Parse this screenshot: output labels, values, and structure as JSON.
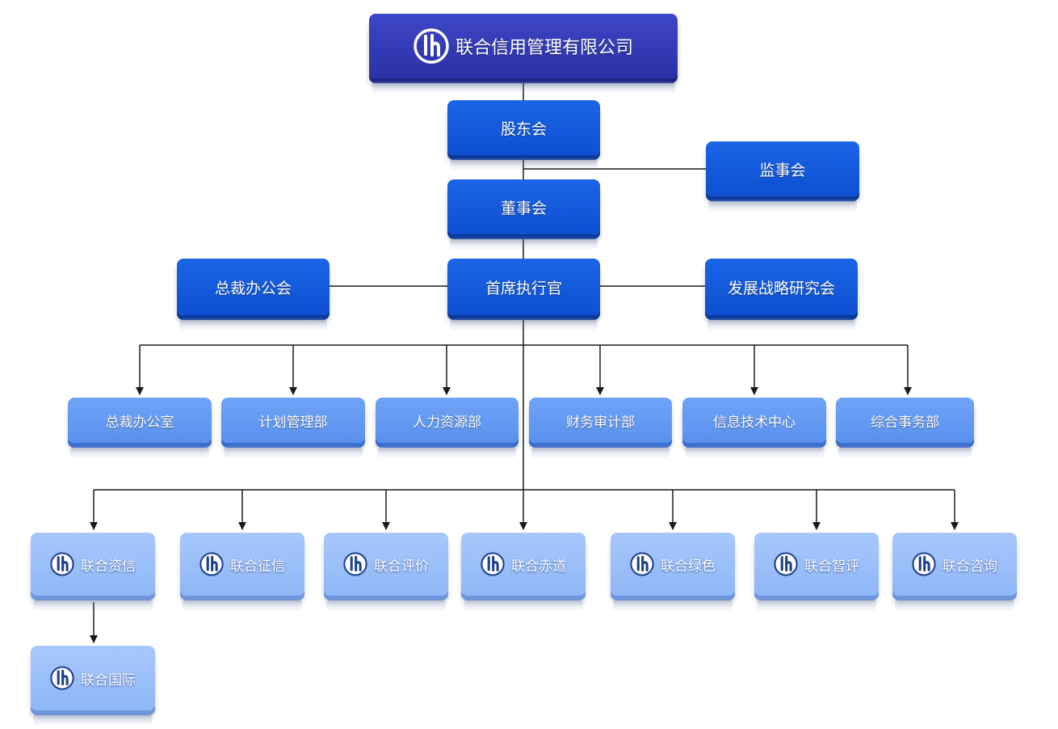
{
  "company": {
    "name": "联合信用管理有限公司"
  },
  "governance": {
    "shareholders": "股东会",
    "supervisors": "监事会",
    "board": "董事会",
    "ceo": "首席执行官",
    "president_office_meeting": "总裁办公会",
    "strategy_committee": "发展战略研究会"
  },
  "departments": [
    "总裁办公室",
    "计划管理部",
    "人力资源部",
    "财务审计部",
    "信息技术中心",
    "综合事务部"
  ],
  "subsidiaries": [
    "联合资信",
    "联合征信",
    "联合评价",
    "联合赤道",
    "联合绿色",
    "联合智评",
    "联合咨询"
  ],
  "sub_subsidiary": "联合国际",
  "colors": {
    "top": "#2a31a6",
    "level1": "#0d4fd0",
    "level2": "#5a91ee",
    "level3": "#8fb6f6",
    "line": "#1a1a1a"
  },
  "icons": {
    "logo": "lh-logo-icon"
  }
}
